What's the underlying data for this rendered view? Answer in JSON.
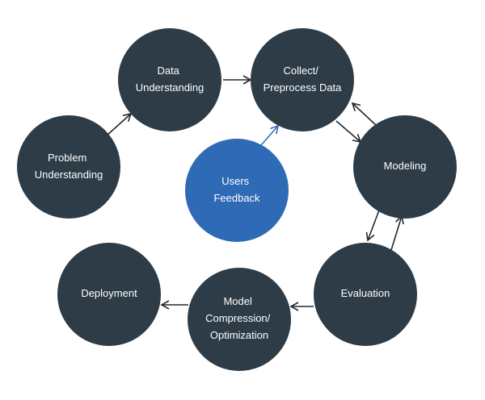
{
  "colors": {
    "node_fill": "#2d3c47",
    "feedback_fill": "#2e6ab5",
    "arrow": "#1f2a33",
    "feedback_arrow": "#2f6fb6",
    "label_text": "#ffffff"
  },
  "nodes": [
    {
      "id": "data-understanding",
      "lines": [
        "Data",
        "Understanding"
      ]
    },
    {
      "id": "collect-preprocess",
      "lines": [
        "Collect/",
        "Preprocess Data"
      ]
    },
    {
      "id": "problem-understanding",
      "lines": [
        "Problem",
        "Understanding"
      ]
    },
    {
      "id": "users-feedback",
      "lines": [
        "Users",
        "Feedback"
      ]
    },
    {
      "id": "modeling",
      "lines": [
        "Modeling"
      ]
    },
    {
      "id": "deployment",
      "lines": [
        "Deployment"
      ]
    },
    {
      "id": "model-compression",
      "lines": [
        "Model",
        "Compression/",
        "Optimization"
      ]
    },
    {
      "id": "evaluation",
      "lines": [
        "Evaluation"
      ]
    }
  ]
}
